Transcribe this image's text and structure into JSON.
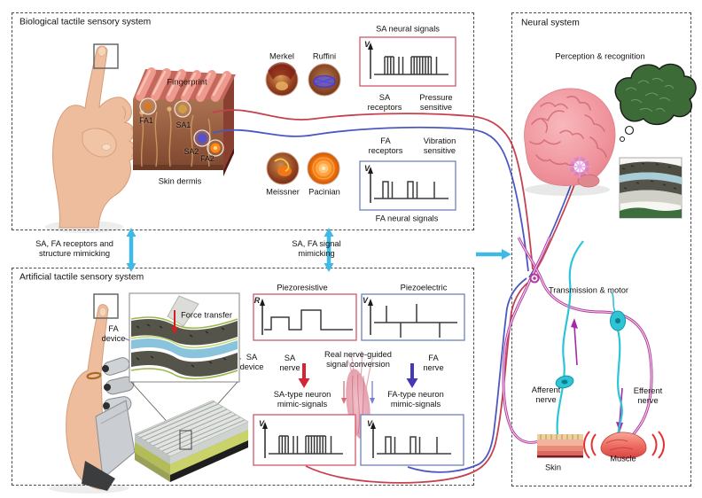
{
  "colors": {
    "red_accent": "#d0576b",
    "blue_accent": "#6f83b8",
    "cyan_arrow": "#3fb9e6",
    "wire_red": "#c6414f",
    "wire_blue": "#4c58c0",
    "nerve_magenta": "#b13b9e",
    "neuron_cyan": "#2ec4d6",
    "waveform": "#3a3a3a"
  },
  "bio": {
    "title": "Biological tactile sensory system",
    "fingerprint": "Fingerprint",
    "receptors": {
      "fa1": "FA1",
      "sa1": "SA1",
      "sa2": "SA2",
      "fa2": "FA2"
    },
    "skin_dermis": "Skin dermis",
    "merkel": "Merkel",
    "ruffini": "Ruffini",
    "meissner": "Meissner",
    "pacinian": "Pacinian",
    "sa_box": {
      "title": "SA neural signals",
      "axis": "V",
      "cap_left": "SA\nreceptors",
      "cap_right": "Pressure\nsensitive"
    },
    "fa_box": {
      "title": "FA neural signals",
      "axis": "V",
      "cap_left": "FA\nreceptors",
      "cap_right": "Vibration\nsensitive"
    }
  },
  "links": {
    "structure": "SA, FA receptors and\nstructure mimicking",
    "signal": "SA, FA signal\nmimicking"
  },
  "art": {
    "title": "Artificial tactile sensory system",
    "fa_device": "FA\ndevice",
    "sa_device": "SA\ndevice",
    "force_transfer": "Force transfer",
    "piezoresistive": {
      "title": "Piezoresistive",
      "axis": "R"
    },
    "piezoelectric": {
      "title": "Piezoelectric",
      "axis": "V"
    },
    "sa_nerve": "SA\nnerve",
    "fa_nerve": "FA\nnerve",
    "conversion": "Real nerve-guided\nsignal conversion",
    "sa_mimic": {
      "title": "SA-type neuron\nmimic-signals",
      "axis": "V"
    },
    "fa_mimic": {
      "title": "FA-type neuron\nmimic-signals",
      "axis": "V"
    }
  },
  "neural": {
    "title": "Neural system",
    "perception": "Perception & recognition",
    "transmission": "Transmission & motor",
    "afferent": "Afferent\nnerve",
    "efferent": "Efferent\nnerve",
    "skin": "Skin",
    "muscle": "Muscle"
  }
}
